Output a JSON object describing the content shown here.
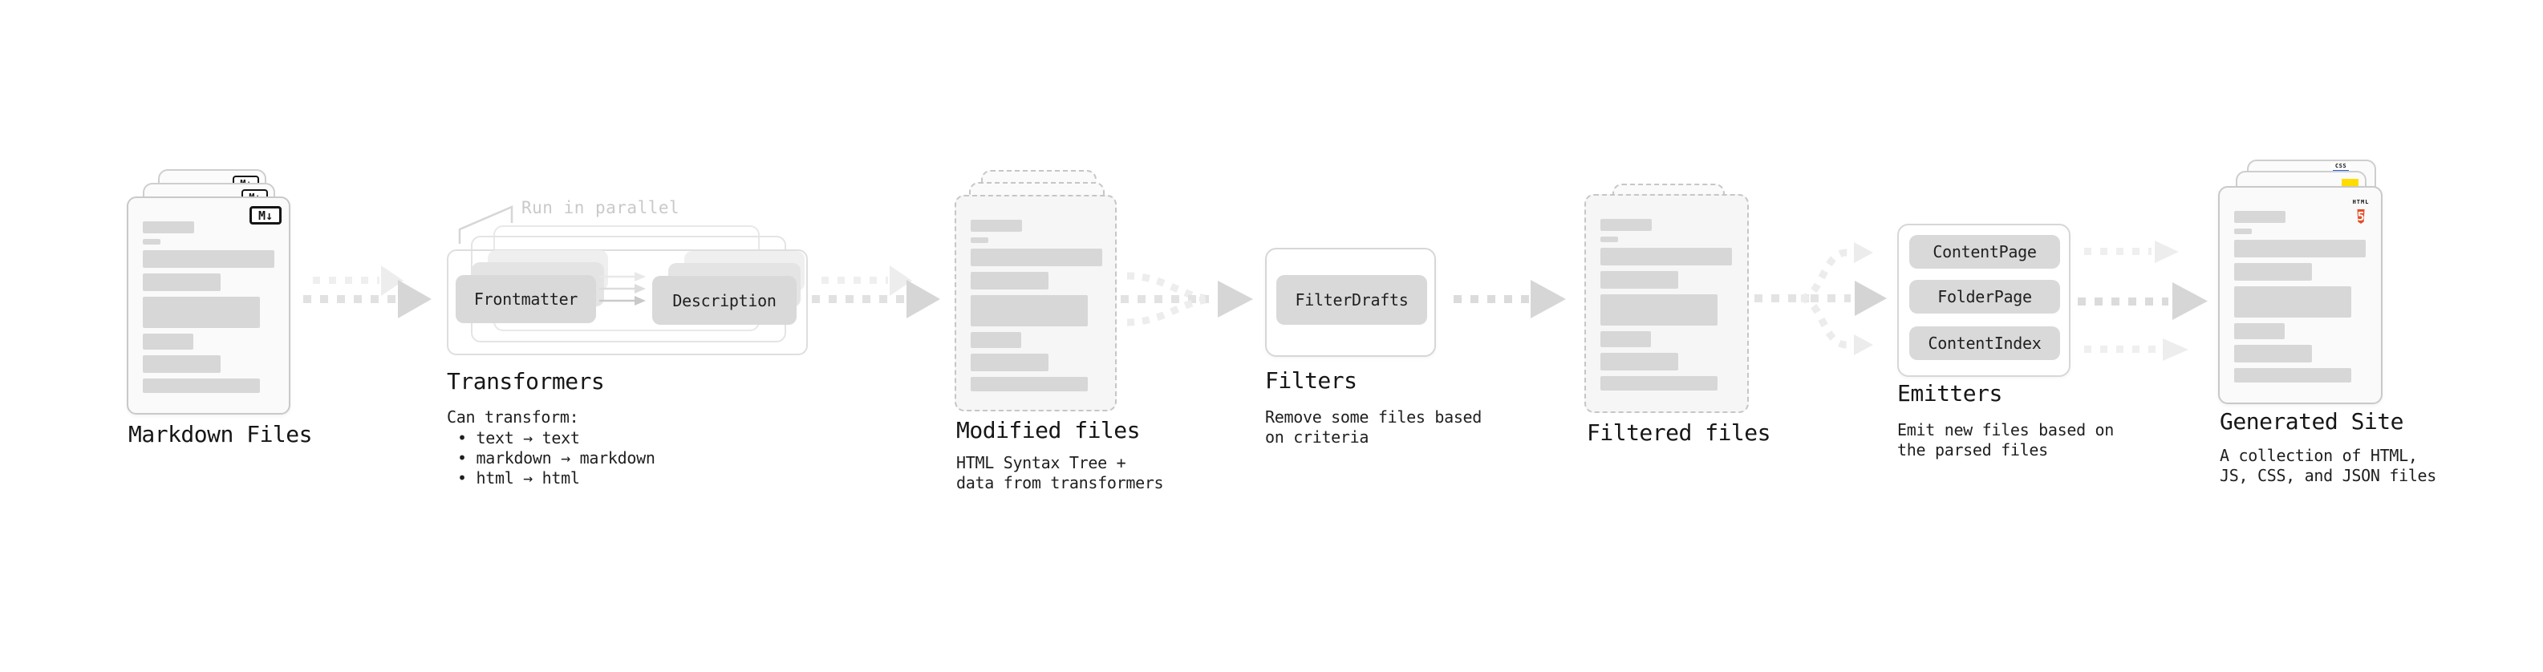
{
  "markdown_files": {
    "label": "Markdown Files",
    "badge": "M↓"
  },
  "transformers": {
    "annotation": "Run in parallel",
    "frontmatter_button": "Frontmatter",
    "description_button": "Description",
    "title": "Transformers",
    "intro": "Can transform:",
    "bullets": [
      "• text → text",
      "• markdown → markdown",
      "• html → html"
    ]
  },
  "modified_files": {
    "label": "Modified files",
    "subtitle_line1": "HTML Syntax Tree +",
    "subtitle_line2": "data from transformers"
  },
  "filters": {
    "title": "Filters",
    "filter_button": "FilterDrafts",
    "subtitle_line1": "Remove some files based",
    "subtitle_line2": "on criteria"
  },
  "filtered_files": {
    "label": "Filtered files"
  },
  "emitters": {
    "title": "Emitters",
    "buttons": [
      "ContentPage",
      "FolderPage",
      "ContentIndex"
    ],
    "subtitle_line1": "Emit new files based on",
    "subtitle_line2": "the parsed files"
  },
  "generated_site": {
    "label": "Generated Site",
    "subtitle_line1": "A collection of HTML,",
    "subtitle_line2": "JS, CSS, and JSON files",
    "css_badge": "CSS",
    "html_badge_label": "HTML",
    "html_badge_number": "5"
  },
  "colors": {
    "html_orange": "#e44d26",
    "js_yellow": "#ffdd00",
    "css_blue": "#2760e5",
    "button_gray": "#d9d9d9",
    "bar_gray": "#d7d7d7",
    "annotation_gray": "#c9c9c9",
    "text_dark": "#1b1b1b"
  }
}
